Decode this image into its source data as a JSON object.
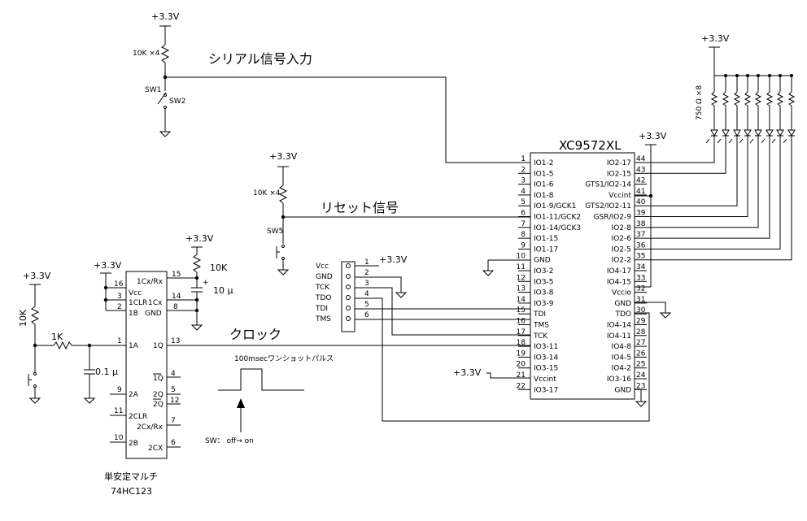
{
  "supply_label": "+3.3V",
  "labels": {
    "serial_in": "シリアル信号入力",
    "reset_signal": "リセット信号",
    "clock": "クロック",
    "res_10k_x4": "10K ×4",
    "res_10k": "10K",
    "res_1k": "1K",
    "res_750": "750 Ω ×8",
    "cap_10u": "10 μ",
    "cap_01u": "0.1 μ",
    "sw1": "SW1",
    "sw2": "SW2",
    "sw5": "SW5",
    "plus": "+",
    "one_shot": "100msecワンショットパルス",
    "sw_note": "SW： off→ on",
    "multi_name": "単安定マルチ",
    "multi_part": "74HC123"
  },
  "cpld": {
    "name": "XC9572XL",
    "left_pins": [
      {
        "num": "1",
        "name": "IO1-2"
      },
      {
        "num": "2",
        "name": "IO1-5"
      },
      {
        "num": "3",
        "name": "IO1-6"
      },
      {
        "num": "4",
        "name": "IO1-8"
      },
      {
        "num": "5",
        "name": "IO1-9/GCK1"
      },
      {
        "num": "6",
        "name": "IO1-11/GCK2"
      },
      {
        "num": "7",
        "name": "IO1-14/GCK3"
      },
      {
        "num": "8",
        "name": "IO1-15"
      },
      {
        "num": "9",
        "name": "IO1-17"
      },
      {
        "num": "10",
        "name": "GND"
      },
      {
        "num": "11",
        "name": "IO3-2"
      },
      {
        "num": "12",
        "name": "IO3-5"
      },
      {
        "num": "13",
        "name": "IO3-8"
      },
      {
        "num": "14",
        "name": "IO3-9"
      },
      {
        "num": "15",
        "name": "TDI"
      },
      {
        "num": "16",
        "name": "TMS"
      },
      {
        "num": "17",
        "name": "TCK"
      },
      {
        "num": "18",
        "name": "IO3-11"
      },
      {
        "num": "19",
        "name": "IO3-14"
      },
      {
        "num": "20",
        "name": "IO3-15"
      },
      {
        "num": "21",
        "name": "Vccint"
      },
      {
        "num": "22",
        "name": "IO3-17"
      }
    ],
    "right_pins": [
      {
        "num": "44",
        "name": "IO2-17"
      },
      {
        "num": "43",
        "name": "IO2-15"
      },
      {
        "num": "42",
        "name": "GTS1/IO2-14"
      },
      {
        "num": "41",
        "name": "Vccint"
      },
      {
        "num": "40",
        "name": "GTS2/IO2-11"
      },
      {
        "num": "39",
        "name": "GSR/IO2-9"
      },
      {
        "num": "38",
        "name": "IO2-8"
      },
      {
        "num": "37",
        "name": "IO2-6"
      },
      {
        "num": "36",
        "name": "IO2-5"
      },
      {
        "num": "35",
        "name": "IO2-2"
      },
      {
        "num": "34",
        "name": "IO4-17"
      },
      {
        "num": "33",
        "name": "IO4-15"
      },
      {
        "num": "32",
        "name": "Vccio"
      },
      {
        "num": "31",
        "name": "GND"
      },
      {
        "num": "30",
        "name": "TDO"
      },
      {
        "num": "29",
        "name": "IO4-14"
      },
      {
        "num": "28",
        "name": "IO4-11"
      },
      {
        "num": "27",
        "name": "IO4-8"
      },
      {
        "num": "26",
        "name": "IO4-5"
      },
      {
        "num": "25",
        "name": "IO4-2"
      },
      {
        "num": "24",
        "name": "IO3-16"
      },
      {
        "num": "23",
        "name": "GND"
      }
    ]
  },
  "jtag": {
    "signals": [
      "Vcc",
      "GND",
      "TCK",
      "TDO",
      "TDI",
      "TMS"
    ],
    "pins": [
      "1",
      "2",
      "3",
      "4",
      "5",
      "6"
    ]
  },
  "hc123": {
    "left_pins": [
      {
        "num": "16",
        "name": "Vcc"
      },
      {
        "num": "3",
        "name": "1CLR"
      },
      {
        "num": "2",
        "name": "1B"
      },
      {
        "num": "1",
        "name": "1A"
      },
      {
        "num": "9",
        "name": "2A"
      },
      {
        "num": "11",
        "name": "2CLR"
      },
      {
        "num": "10",
        "name": "2B"
      }
    ],
    "right_pins": [
      {
        "num": "15",
        "name": "1Cx/Rx"
      },
      {
        "num": "14",
        "name": "1Cx"
      },
      {
        "num": "8",
        "name": "GND"
      },
      {
        "num": "13",
        "name": "1Q"
      },
      {
        "num": "4",
        "name": "1Q"
      },
      {
        "num": "5",
        "name": "2Q"
      },
      {
        "num": "12",
        "name": "2Q"
      },
      {
        "num": "7",
        "name": "2Cx/Rx"
      },
      {
        "num": "6",
        "name": "2CX"
      }
    ]
  }
}
